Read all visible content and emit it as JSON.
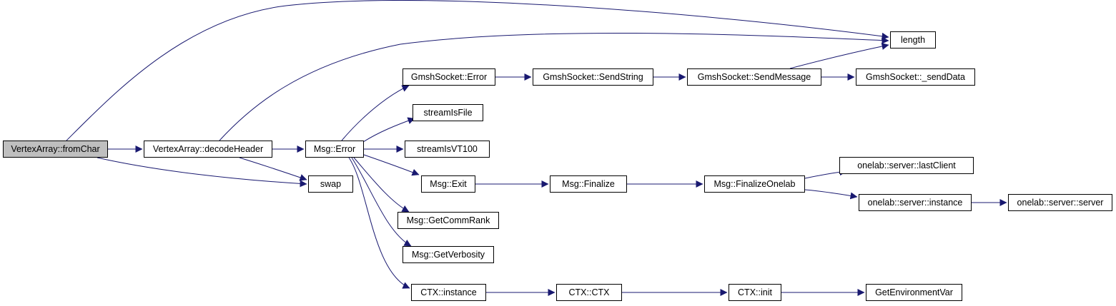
{
  "colors": {
    "edge": "#191970",
    "node_border": "#000000",
    "root_fill": "#bfbfbf",
    "node_fill": "#ffffff"
  },
  "nodes": [
    {
      "id": "fromChar",
      "label": "VertexArray::fromChar",
      "root": true
    },
    {
      "id": "decodeHeader",
      "label": "VertexArray::decodeHeader"
    },
    {
      "id": "msgError",
      "label": "Msg::Error"
    },
    {
      "id": "swap",
      "label": "swap"
    },
    {
      "id": "length",
      "label": "length"
    },
    {
      "id": "gsError",
      "label": "GmshSocket::Error"
    },
    {
      "id": "gsSendString",
      "label": "GmshSocket::SendString"
    },
    {
      "id": "gsSendMessage",
      "label": "GmshSocket::SendMessage"
    },
    {
      "id": "gsSendData",
      "label": "GmshSocket::_sendData"
    },
    {
      "id": "streamIsFile",
      "label": "streamIsFile"
    },
    {
      "id": "streamIsVT100",
      "label": "streamIsVT100"
    },
    {
      "id": "msgExit",
      "label": "Msg::Exit"
    },
    {
      "id": "msgFinalize",
      "label": "Msg::Finalize"
    },
    {
      "id": "msgFinalizeOnelab",
      "label": "Msg::FinalizeOnelab"
    },
    {
      "id": "olLastClient",
      "label": "onelab::server::lastClient"
    },
    {
      "id": "olInstance",
      "label": "onelab::server::instance"
    },
    {
      "id": "olServer",
      "label": "onelab::server::server"
    },
    {
      "id": "msgGetCommRank",
      "label": "Msg::GetCommRank"
    },
    {
      "id": "msgGetVerbosity",
      "label": "Msg::GetVerbosity"
    },
    {
      "id": "ctxInstance",
      "label": "CTX::instance"
    },
    {
      "id": "ctxCTX",
      "label": "CTX::CTX"
    },
    {
      "id": "ctxInit",
      "label": "CTX::init"
    },
    {
      "id": "getEnvVar",
      "label": "GetEnvironmentVar"
    }
  ],
  "edges": [
    [
      "fromChar",
      "decodeHeader"
    ],
    [
      "fromChar",
      "length"
    ],
    [
      "fromChar",
      "swap"
    ],
    [
      "decodeHeader",
      "msgError"
    ],
    [
      "decodeHeader",
      "length"
    ],
    [
      "decodeHeader",
      "swap"
    ],
    [
      "msgError",
      "gsError"
    ],
    [
      "msgError",
      "streamIsFile"
    ],
    [
      "msgError",
      "streamIsVT100"
    ],
    [
      "msgError",
      "msgExit"
    ],
    [
      "msgError",
      "msgGetCommRank"
    ],
    [
      "msgError",
      "msgGetVerbosity"
    ],
    [
      "msgError",
      "ctxInstance"
    ],
    [
      "gsError",
      "gsSendString"
    ],
    [
      "gsSendString",
      "gsSendMessage"
    ],
    [
      "gsSendMessage",
      "gsSendData"
    ],
    [
      "gsSendMessage",
      "length"
    ],
    [
      "msgExit",
      "msgFinalize"
    ],
    [
      "msgFinalize",
      "msgFinalizeOnelab"
    ],
    [
      "msgFinalizeOnelab",
      "olLastClient"
    ],
    [
      "msgFinalizeOnelab",
      "olInstance"
    ],
    [
      "olInstance",
      "olServer"
    ],
    [
      "ctxInstance",
      "ctxCTX"
    ],
    [
      "ctxCTX",
      "ctxInit"
    ],
    [
      "ctxInit",
      "getEnvVar"
    ]
  ]
}
